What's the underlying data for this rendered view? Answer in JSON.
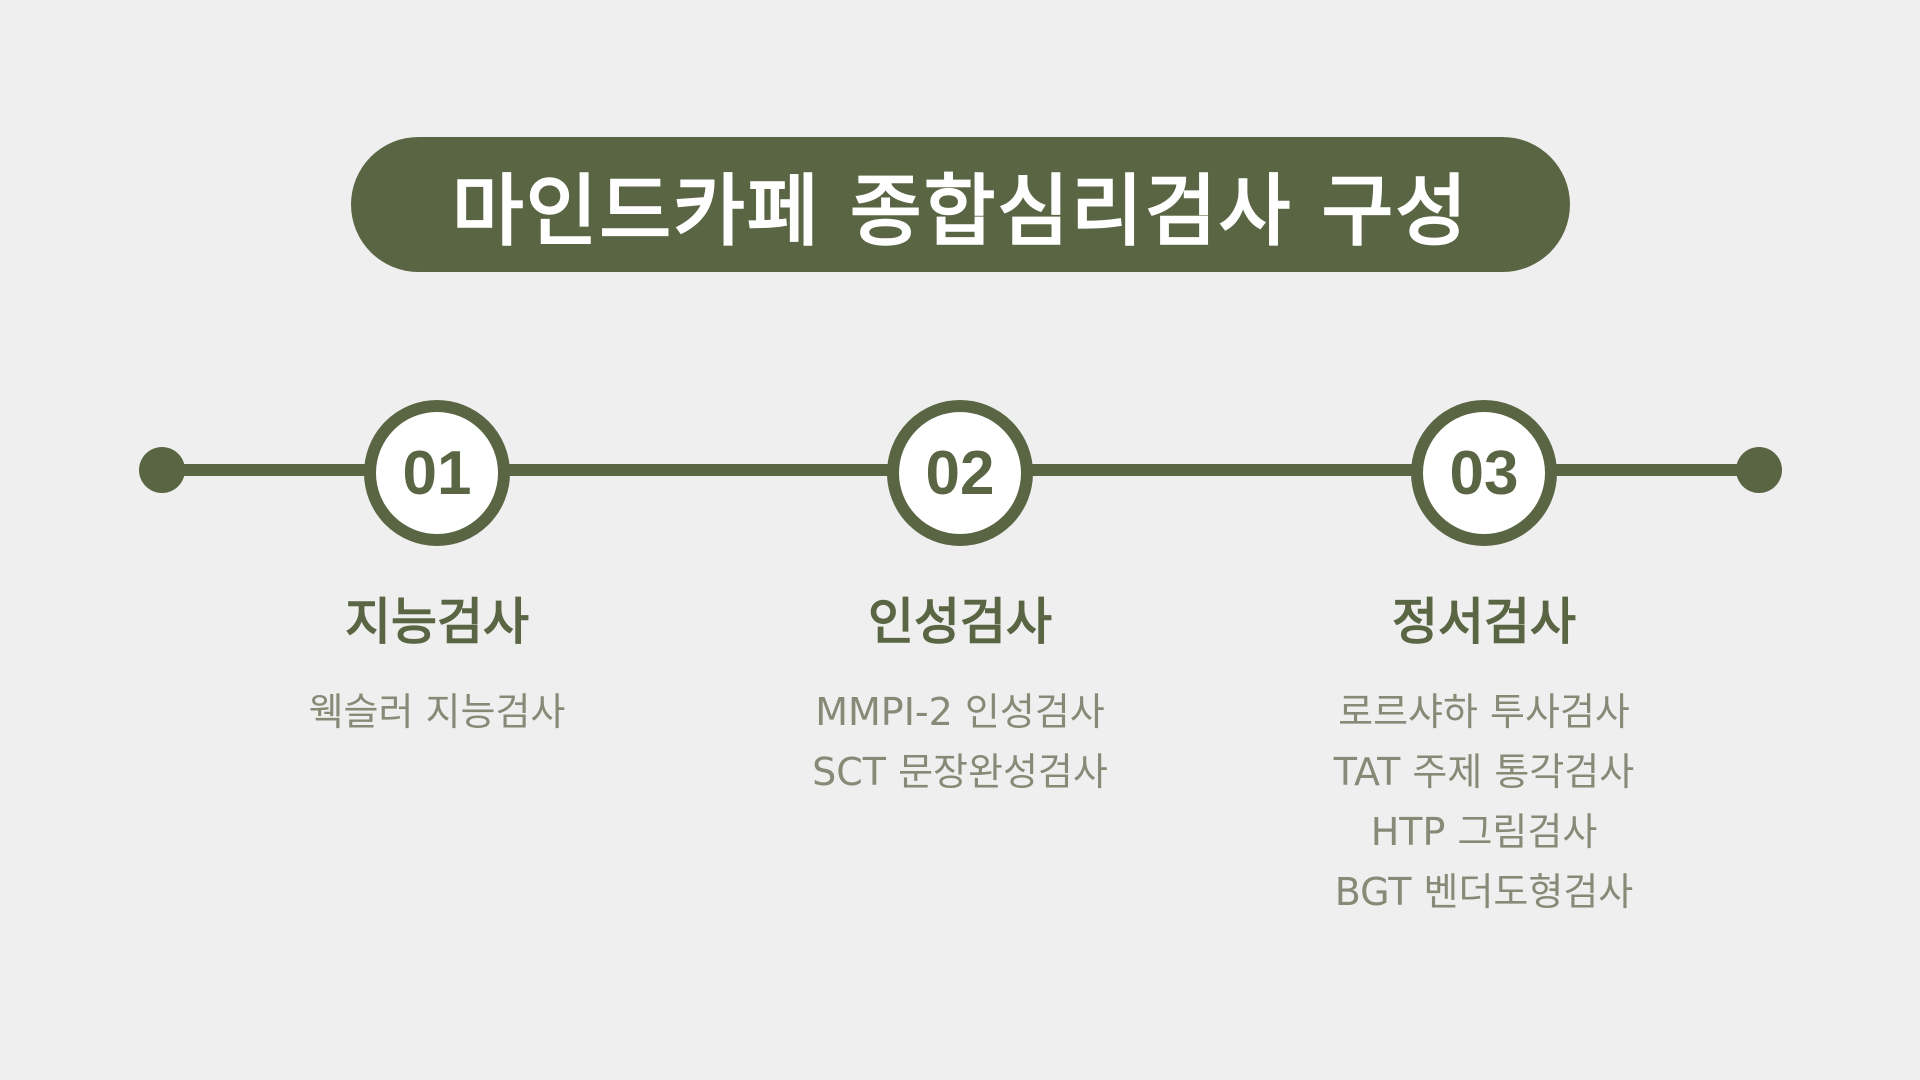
{
  "title": "마인드카페 종합심리검사 구성",
  "colors": {
    "accent": "#5a6543",
    "item_text": "#858b76",
    "background": "#efefef"
  },
  "steps": [
    {
      "number": "01",
      "heading": "지능검사",
      "items": [
        "웩슬러 지능검사"
      ]
    },
    {
      "number": "02",
      "heading": "인성검사",
      "items": [
        "MMPI-2 인성검사",
        "SCT 문장완성검사"
      ]
    },
    {
      "number": "03",
      "heading": "정서검사",
      "items": [
        "로르샤하 투사검사",
        "TAT 주제 통각검사",
        "HTP 그림검사",
        "BGT 벤더도형검사"
      ]
    }
  ]
}
